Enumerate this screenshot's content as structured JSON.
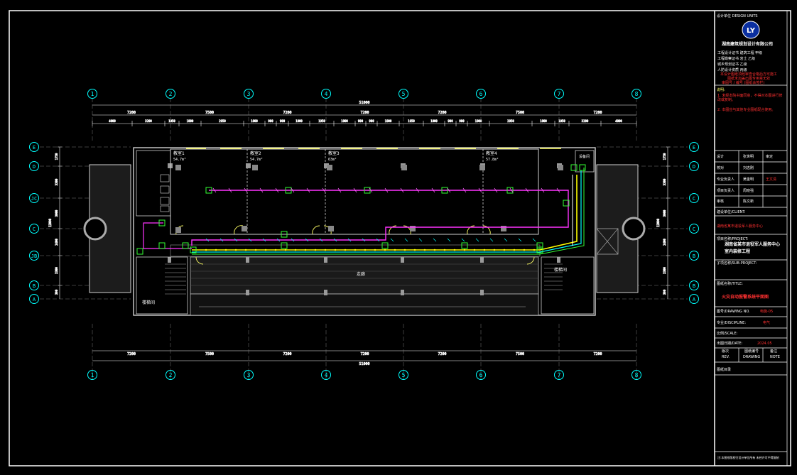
{
  "overall_dimension": "51000",
  "spans": [
    "7200",
    "7500",
    "7200",
    "7200",
    "7200",
    "7500",
    "7200"
  ],
  "sub_dims": [
    "4000",
    "3200",
    "1050",
    "1800",
    "2950",
    "1800",
    "900",
    "900",
    "1800",
    "1950",
    "1800",
    "900",
    "900",
    "1800",
    "1950",
    "1800",
    "900",
    "900",
    "1800",
    "2950",
    "1800",
    "1050",
    "3200",
    "4000"
  ],
  "grid_columns": [
    "1",
    "2",
    "3",
    "4",
    "5",
    "6",
    "7",
    "8"
  ],
  "grid_rows": [
    "E",
    "D",
    "C",
    "C",
    "B",
    "B",
    "A"
  ],
  "grid_rows_left": [
    "E",
    "D",
    "JC",
    "C",
    "JB",
    "B",
    "A"
  ],
  "row_dims": [
    "1750",
    "3300",
    "3000",
    "2400",
    "3300",
    "300"
  ],
  "row_total": "12000",
  "rooms": {
    "room1": "教室1",
    "room1_area": "54.7m²",
    "room2": "教室2",
    "room2_area": "54.7m²",
    "room3": "教室3",
    "room3_area": "63m²",
    "room4": "教室4",
    "room4_area": "57.8m²",
    "corridor": "走廊",
    "stair_left": "楼梯间",
    "stair_right": "楼梯间",
    "equipment": "设备间"
  },
  "titleblock": {
    "design_unit_label": "设计单位 DESIGN UNITS",
    "logo_text": "LY",
    "company": "湖南建筑规划设计有限公司",
    "cert_lines": [
      "工程设计证书 建筑工程 甲级",
      "工程勘察证书 岩土 乙级",
      "城乡规划证书 乙级",
      "人防设计资质 丙级"
    ],
    "red_note_1": "本设计图纸须经审查合格后方可施工",
    "red_note_2": "图纸未加盖出图专用章无效",
    "red_note_3": "审图号 / 编号 (图纸会签栏)",
    "notes_header": "说明:",
    "notes": [
      "1. 未经本院书面同意，不得对本图进行修改或复制。",
      "2. 本图应与其他专业图纸配合使用。"
    ],
    "sign_rows": [
      {
        "role": "设计",
        "name": "张世明"
      },
      {
        "role": "校对",
        "name": "刘志刚"
      },
      {
        "role": "专业负责人",
        "name": "吴金明"
      },
      {
        "role": "项目负责人",
        "name": "周晓强"
      },
      {
        "role": "审核",
        "name": "陈文新"
      },
      {
        "role": "审定",
        "name": "王文清"
      }
    ],
    "client_label": "建设单位/CLIENT:",
    "client": "湖南省某市退役军人服务中心",
    "project_label": "项目名称/PROJECT:",
    "project_1": "湖南省某市退役军人服务中心",
    "project_2": "室内装修工程",
    "subproject_label": "子项名称/SUB-PROJECT:",
    "drawing_title_label": "图纸名称/TITLE:",
    "drawing_title": "火灾自动报警系统平面图",
    "drawing_no_label": "图号/DRAWING NO.",
    "drawing_no": "电施-05",
    "discipline_label": "专业/DISCIPLINE:",
    "discipline": "电气",
    "scale_label": "比例/SCALE:",
    "date_label": "出图日期/DATE:",
    "date": "2024.05",
    "col_a": "版次",
    "col_b": "图纸编号",
    "col_c": "备注",
    "col_a2": "REV.",
    "col_b2": "DRAWING",
    "col_c2": "NOTE",
    "sheet_label": "图纸目录",
    "footer": "注:本图纸版权归设计单位所有 未经许可不得复制"
  },
  "colors": {
    "background": "#000000",
    "frame": "#ffffff",
    "grid_bubble": "#00ffff",
    "wall": "#c8c8c8",
    "fire_line_magenta": "#ff33ff",
    "fire_line_yellow": "#ffff00",
    "fire_line_cyan": "#00ffff",
    "device_green": "#33ff33",
    "note_red": "#ff3030"
  }
}
